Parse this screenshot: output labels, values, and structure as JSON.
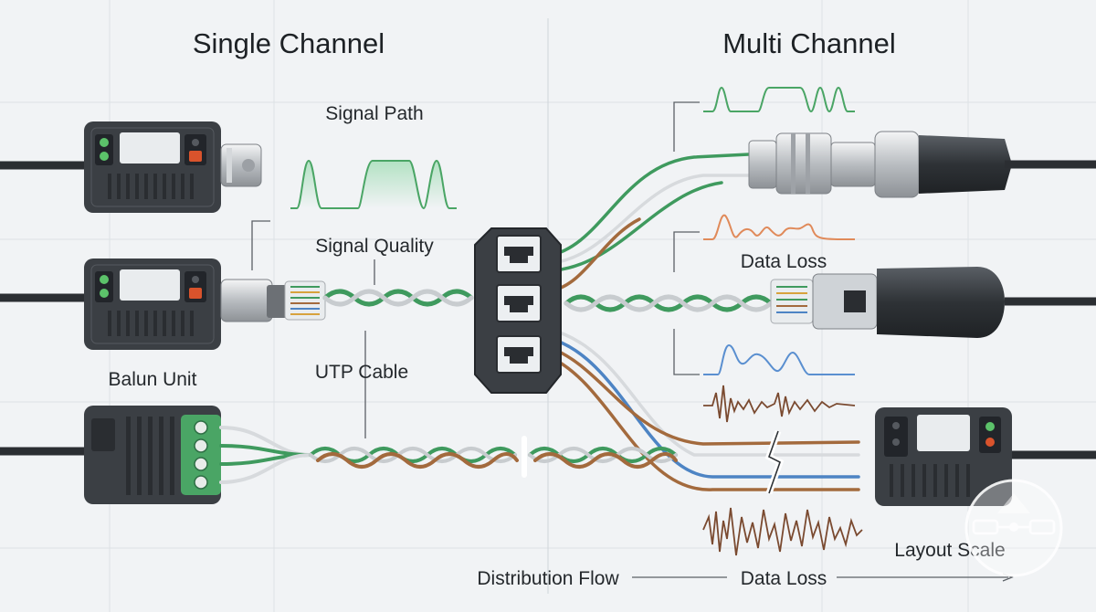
{
  "titles": {
    "single": "Single Channel",
    "multi": "Multi Channel"
  },
  "labels": {
    "signal_path": "Signal Path",
    "signal_quality": "Signal Quality",
    "balun_unit": "Balun Unit",
    "utp_cable": "UTP Cable",
    "data_loss_upper": "Data Loss",
    "distribution_flow": "Distribution Flow",
    "data_loss_bottom": "Data Loss",
    "layout_scale": "Layout Scale"
  },
  "colors": {
    "background": "#f1f3f5",
    "device_body": "#3b3f44",
    "wire_green": "#3f9a5e",
    "wire_white": "#d7dadd",
    "wire_brown": "#a36a3d",
    "wire_blue": "#4d84c4",
    "wave_green": "#4aa565",
    "wave_orange": "#e08a5a",
    "wave_blue": "#5a8fd0",
    "wave_brown": "#7a4a30",
    "led_green": "#5cc26a",
    "led_red": "#d9532c"
  },
  "icons": [
    "rj45-splitter-icon",
    "bnc-connector-icon",
    "rj45-plug-icon",
    "terminal-block-icon",
    "watermark-badge-icon"
  ]
}
